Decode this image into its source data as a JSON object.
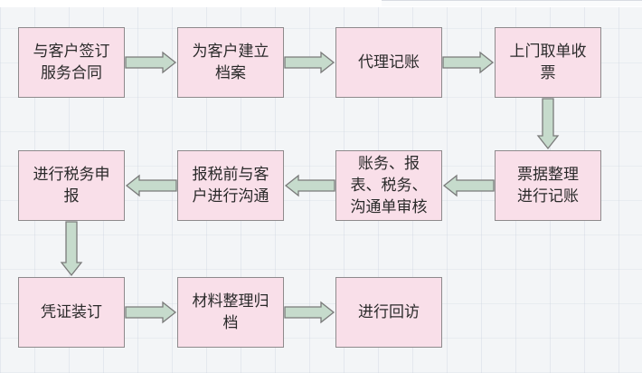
{
  "steps": [
    {
      "id": "s1",
      "text": "与客户签订\n服务合同"
    },
    {
      "id": "s2",
      "text": "为客户建立\n档案"
    },
    {
      "id": "s3",
      "text": "代理记账"
    },
    {
      "id": "s4",
      "text": "上门取单收\n票"
    },
    {
      "id": "s5",
      "text": "票据整理\n进行记账"
    },
    {
      "id": "s6",
      "text": "账务、报\n表、税务、\n沟通单审核"
    },
    {
      "id": "s7",
      "text": "报税前与客\n户进行沟通"
    },
    {
      "id": "s8",
      "text": "进行税务申\n报"
    },
    {
      "id": "s9",
      "text": "凭证装订"
    },
    {
      "id": "s10",
      "text": "材料整理归\n档"
    },
    {
      "id": "s11",
      "text": "进行回访"
    }
  ],
  "flow": [
    "s1",
    "s2",
    "s3",
    "s4",
    "s5",
    "s6",
    "s7",
    "s8",
    "s9",
    "s10",
    "s11"
  ],
  "colors": {
    "box_fill": "#f9dfe9",
    "box_border": "#8e8a8c",
    "arrow_fill": "#c6dbcc",
    "arrow_stroke": "#7a7a7a"
  }
}
